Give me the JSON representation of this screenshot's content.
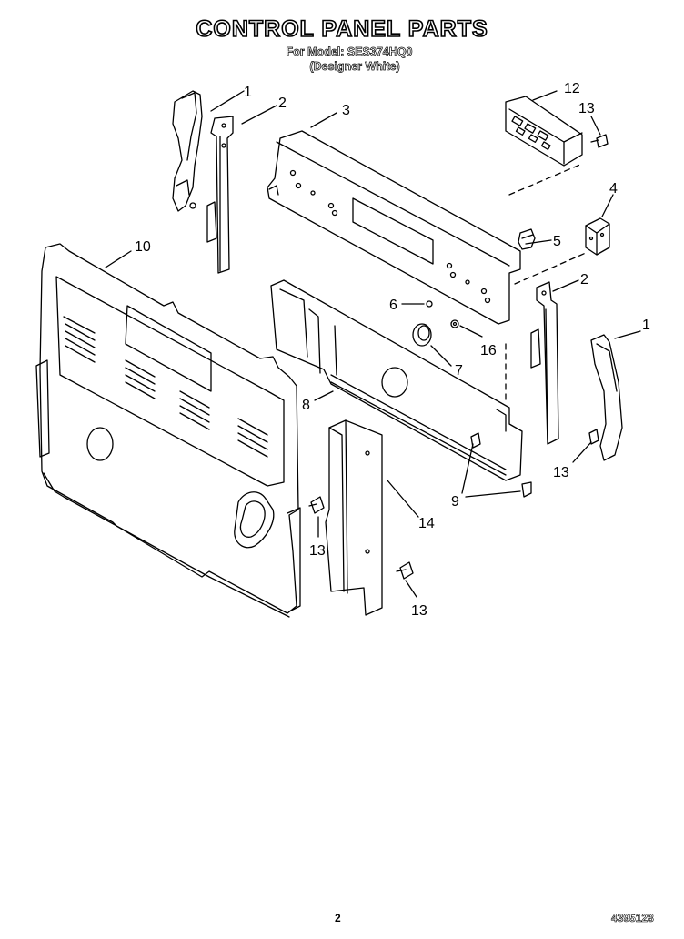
{
  "header": {
    "title": "CONTROL PANEL PARTS",
    "model_line": "For Model: SES374HQ0",
    "color_line": "(Designer White)"
  },
  "callouts": {
    "c1a": "1",
    "c2a": "2",
    "c3": "3",
    "c12": "12",
    "c13a": "13",
    "c4": "4",
    "c5": "5",
    "c10": "10",
    "c6": "6",
    "c2b": "2",
    "c1b": "1",
    "c16": "16",
    "c7": "7",
    "c8": "8",
    "c9": "9",
    "c13b": "13",
    "c14": "14",
    "c13c": "13",
    "c13d": "13"
  },
  "footer": {
    "page_number": "2",
    "doc_number": "4395128"
  }
}
